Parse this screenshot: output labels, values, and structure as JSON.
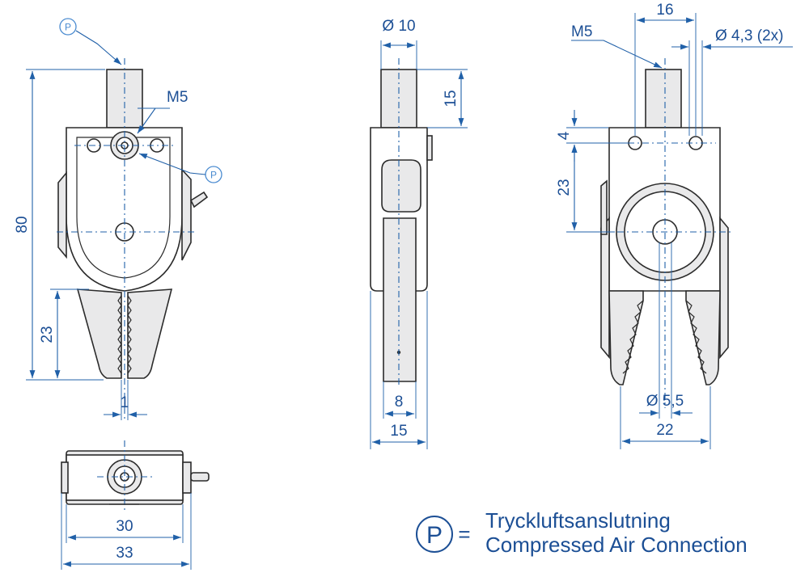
{
  "front_view": {
    "p_symbol_top": "P",
    "p_symbol_side": "P",
    "thread_label": "M5",
    "dim_height": "80",
    "dim_jaw_height": "23",
    "dim_gap": "1"
  },
  "bottom_view": {
    "dim_inner_width": "30",
    "dim_outer_width": "33"
  },
  "side_view": {
    "dim_diameter": "Ø 10",
    "dim_stem_height": "15",
    "dim_inner_width": "8",
    "dim_outer_width": "15"
  },
  "back_view": {
    "thread_label": "M5",
    "dim_hole_spacing": "16",
    "dim_hole_diameter": "Ø 4,3 (2x)",
    "dim_top_offset": "4",
    "dim_hole_height": "23",
    "dim_jaw_diameter": "Ø 5,5",
    "dim_jaw_width": "22"
  },
  "legend": {
    "symbol": "P",
    "equals": "=",
    "line1": "Tryckluftsanslutning",
    "line2": "Compressed Air Connection"
  }
}
